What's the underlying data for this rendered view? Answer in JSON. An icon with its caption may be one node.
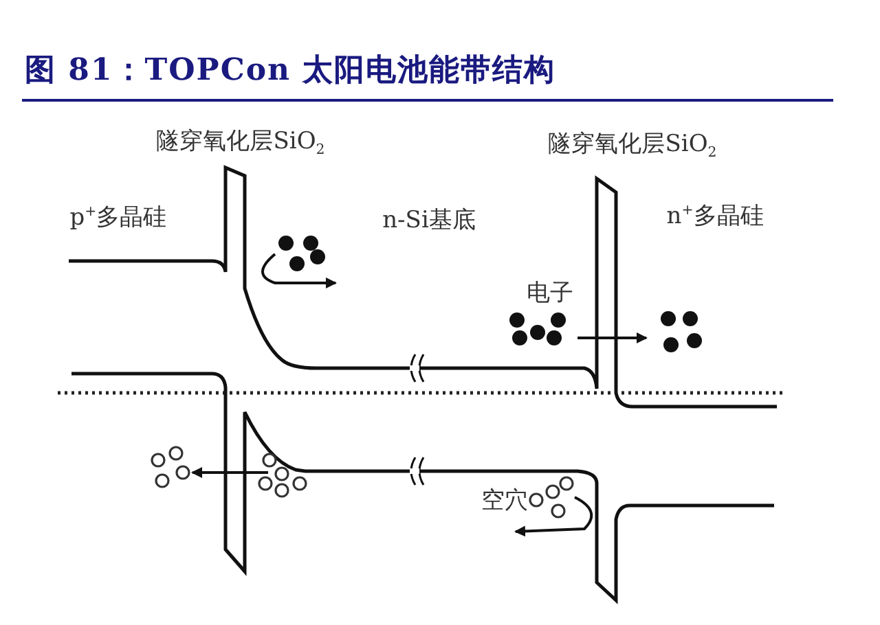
{
  "diagram": {
    "title": "图 81：TOPCon 太阳电池能带结构",
    "labels": [
      "隧穿氧化层SiO$_{2}$",
      "隧穿氧化层SiO$_{2}$",
      "p$^{+}$多晶硅",
      "n-Si基底",
      "n$^{+}$多晶硅",
      "电子",
      "空穴"
    ]
  }
}
